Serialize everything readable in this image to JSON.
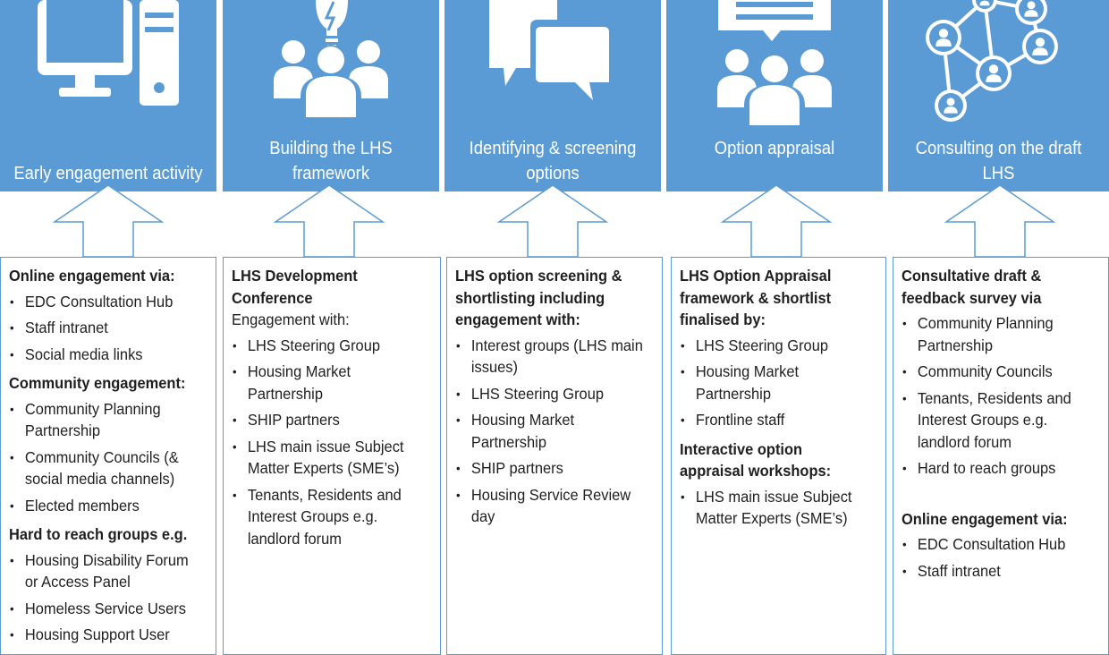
{
  "stages": [
    {
      "title": "Early engagement activity",
      "icon": "desktop-computer-icon",
      "blocks": [
        {
          "heading": "Online engagement via:",
          "items": [
            "EDC Consultation Hub",
            "Staff intranet",
            "Social media links"
          ]
        },
        {
          "heading": "Community engagement:",
          "items": [
            "Community Planning Partnership",
            "Community Councils (& social media channels)",
            "Elected members"
          ]
        },
        {
          "heading": "Hard to reach groups e.g.",
          "items": [
            "Housing Disability Forum or Access Panel",
            "Homeless Service Users",
            "Housing Support User"
          ]
        }
      ]
    },
    {
      "title": "Building the LHS framework",
      "icon": "lightbulb-group-icon",
      "blocks": [
        {
          "heading": "LHS Development Conference",
          "subheading": "Engagement with:",
          "items": [
            "LHS Steering Group",
            "Housing Market Partnership",
            "SHIP partners",
            "LHS main issue Subject Matter Experts (SME’s)",
            "Tenants, Residents and Interest Groups e.g. landlord forum"
          ]
        }
      ]
    },
    {
      "title": "Identifying & screening options",
      "icon": "speech-bubbles-icon",
      "blocks": [
        {
          "heading": "LHS option screening & shortlisting including engagement with:",
          "items": [
            "Interest groups (LHS main issues)",
            "LHS Steering Group",
            "Housing Market Partnership",
            "SHIP partners",
            "Housing Service Review day"
          ]
        }
      ]
    },
    {
      "title": "Option appraisal",
      "icon": "presentation-group-icon",
      "blocks": [
        {
          "heading": "LHS Option Appraisal framework & shortlist finalised by:",
          "items": [
            "LHS Steering Group",
            "Housing Market Partnership",
            "Frontline staff"
          ]
        },
        {
          "heading": "Interactive option appraisal workshops:",
          "items": [
            "LHS main issue Subject Matter Experts (SME’s)"
          ]
        }
      ]
    },
    {
      "title": "Consulting on the draft LHS",
      "icon": "network-people-icon",
      "blocks": [
        {
          "heading": "Consultative draft & feedback survey via",
          "items": [
            "Community Planning Partnership",
            "Community Councils",
            "Tenants, Residents and Interest Groups e.g. landlord forum",
            "Hard to reach groups"
          ]
        },
        {
          "heading": "Online engagement via:",
          "gap": true,
          "items": [
            "EDC Consultation Hub",
            "Staff intranet"
          ]
        }
      ]
    }
  ],
  "colors": {
    "stage": "#5b9bd5",
    "arrow_border": "#5b9bd5",
    "text": "#1f1f1f"
  }
}
